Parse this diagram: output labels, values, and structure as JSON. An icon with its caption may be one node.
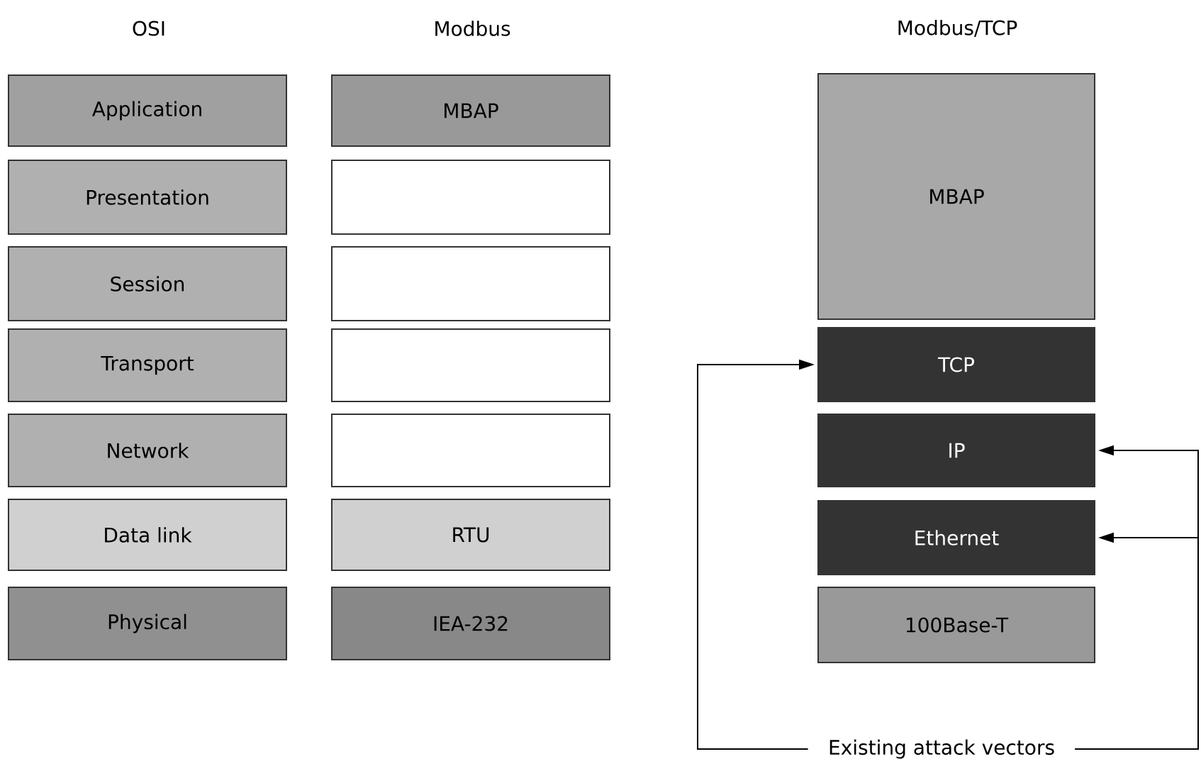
{
  "diagram": {
    "nodes": [
      {
        "text": [
          "Application"
        ]
      },
      {
        "text": [
          "Presentation"
        ]
      },
      {
        "text": [
          "Session"
        ]
      },
      {
        "text": [
          "Transport"
        ]
      },
      {
        "text": [
          "Network"
        ]
      },
      {
        "text": [
          "Data link"
        ]
      },
      {
        "text": [
          "Physical"
        ]
      },
      {
        "text": [
          "MBAP"
        ]
      },
      {
        "text": [],
        "shape": "box"
      },
      {
        "text": [],
        "shape": "box"
      },
      {
        "text": [],
        "shape": "box"
      },
      {
        "text": [],
        "shape": "box"
      },
      {
        "text": [
          "RTU"
        ]
      },
      {
        "text": [
          "IEA-232"
        ]
      },
      {
        "text": [
          "MBAP"
        ]
      },
      {
        "text": [
          "TCP"
        ]
      },
      {
        "text": [
          "IP"
        ]
      },
      {
        "text": [
          "Ethernet"
        ]
      },
      {
        "text": [
          "100Base-T"
        ]
      },
      {
        "text": [
          "Existing attack vectors"
        ]
      }
    ],
    "edges": [
      {
        "from": 19,
        "to": 15,
        "arrow": "to"
      },
      {
        "from": 19,
        "to": 16,
        "arrow": "to"
      },
      {
        "from": 19,
        "to": 17,
        "arrow": "to"
      }
    ],
    "labels": [
      "OSI",
      "Modbus",
      "Modbus/TCP"
    ]
  }
}
